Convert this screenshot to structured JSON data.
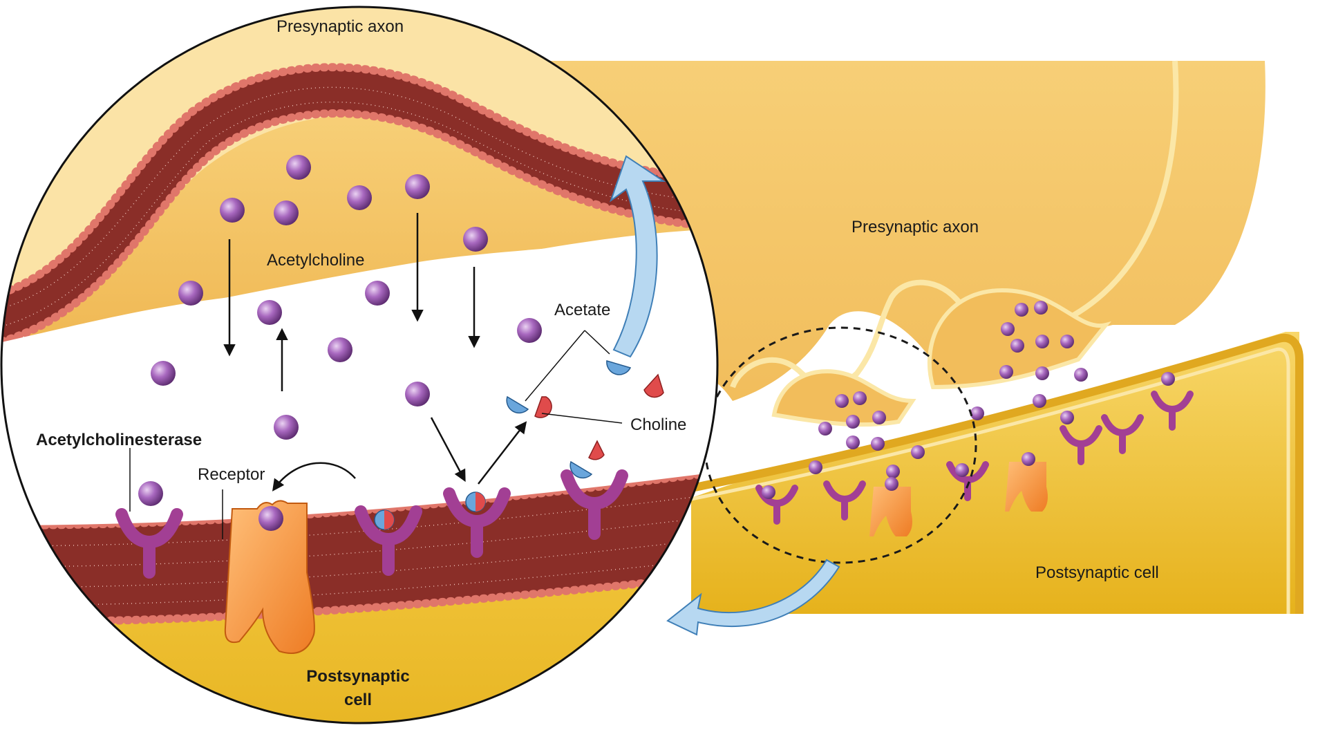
{
  "labels": {
    "circle_presynaptic_axon": "Presynaptic axon",
    "acetylcholine": "Acetylcholine",
    "acetate": "Acetate",
    "choline": "Choline",
    "acetylcholinesterase": "Acetylcholinesterase",
    "receptor": "Receptor",
    "circle_postsynaptic_line1": "Postsynaptic",
    "circle_postsynaptic_line2": "cell",
    "overview_presynaptic_axon": "Presynaptic axon",
    "overview_postsynaptic_cell": "Postsynaptic cell"
  },
  "colors": {
    "axon_fill": "#f5c867",
    "axon_light": "#fbe3a6",
    "post_fill": "#efbe2a",
    "membrane_dark": "#8a2e28",
    "membrane_head": "#e0766a",
    "acetylcholine": "#9a5ab0",
    "receptor_enzyme": "#a23f94",
    "receptor_channel": "#f08a33",
    "acetate": "#6aa6dc",
    "choline": "#e04b4b",
    "arrow_blue": "#b7d8f1"
  }
}
